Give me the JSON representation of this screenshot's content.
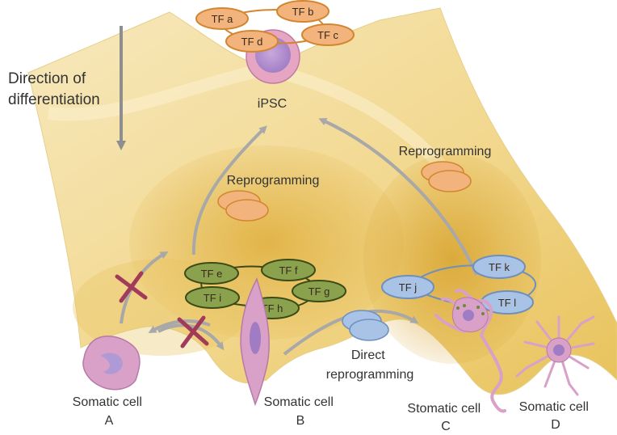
{
  "direction_label": [
    "Direction of",
    "differentiation"
  ],
  "ipsc_label": "iPSC",
  "reprogramming_label_right": "Reprogramming",
  "reprogramming_label_left": "Reprogramming",
  "direct_reprogramming_label": [
    "Direct",
    "reprogramming"
  ],
  "tf_ipsc": [
    "TF a",
    "TF b",
    "TF c",
    "TF d"
  ],
  "tf_cell_b": [
    "TF e",
    "TF f",
    "TF g",
    "TF h",
    "TF i"
  ],
  "tf_cell_c": [
    "TF j",
    "TF k",
    "TF l"
  ],
  "cells": [
    {
      "name": "Somatic cell",
      "letter": "A"
    },
    {
      "name": "Somatic cell",
      "letter": "B"
    },
    {
      "name": "Stomatic cell",
      "letter": "C"
    },
    {
      "name": "Somatic cell",
      "letter": "D"
    }
  ],
  "colors": {
    "landscape_light": "#f6e6b4",
    "landscape_dark": "#e2b94c",
    "orange_tf": "#f2b47c",
    "green_tf": "#8aa24e",
    "blue_tf": "#a9c3e6",
    "arrow_gray": "#a8a8a8",
    "cross_red": "#a23a5a"
  }
}
